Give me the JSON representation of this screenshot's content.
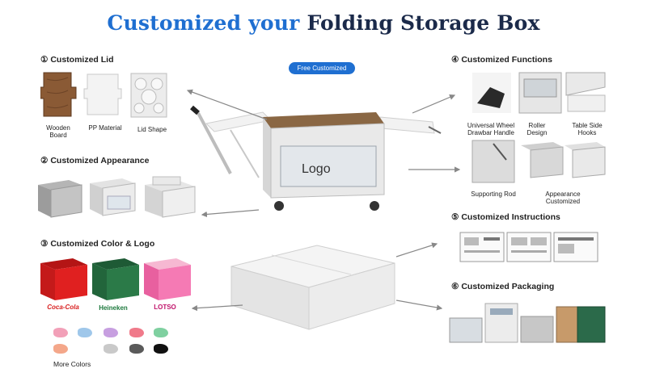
{
  "title": {
    "part1": "Customized your",
    "part2": "Folding Storage Box"
  },
  "badge": "Free Customized",
  "center_logo": "Logo",
  "sections": {
    "lid": {
      "heading": "① Customized Lid",
      "items": [
        "Wooden Board",
        "PP Material",
        "Lid Shape"
      ]
    },
    "appearance": {
      "heading": "② Customized Appearance"
    },
    "color_logo": {
      "heading": "③ Customized Color & Logo",
      "brands": [
        "Coca-Cola",
        "Heineken",
        "LOTSO"
      ],
      "more": "More Colors"
    },
    "functions": {
      "heading": "④ Customized Functions",
      "items": [
        "Universal Wheel Drawbar Handle",
        "Roller Design",
        "Table Side Hooks",
        "Supporting Rod",
        "Appearance Customized"
      ]
    },
    "instructions": {
      "heading": "⑤ Customized Instructions"
    },
    "packaging": {
      "heading": "⑥ Customized Packaging"
    }
  },
  "colors": {
    "accent": "#1f6fd1",
    "swatches": [
      "#f2a0b8",
      "#9fc7ea",
      "#c79fe0",
      "#f07a8a",
      "#7fd0a0",
      "#f4a78a",
      "#c9c9c9",
      "#5a5a5a",
      "#111111"
    ]
  }
}
